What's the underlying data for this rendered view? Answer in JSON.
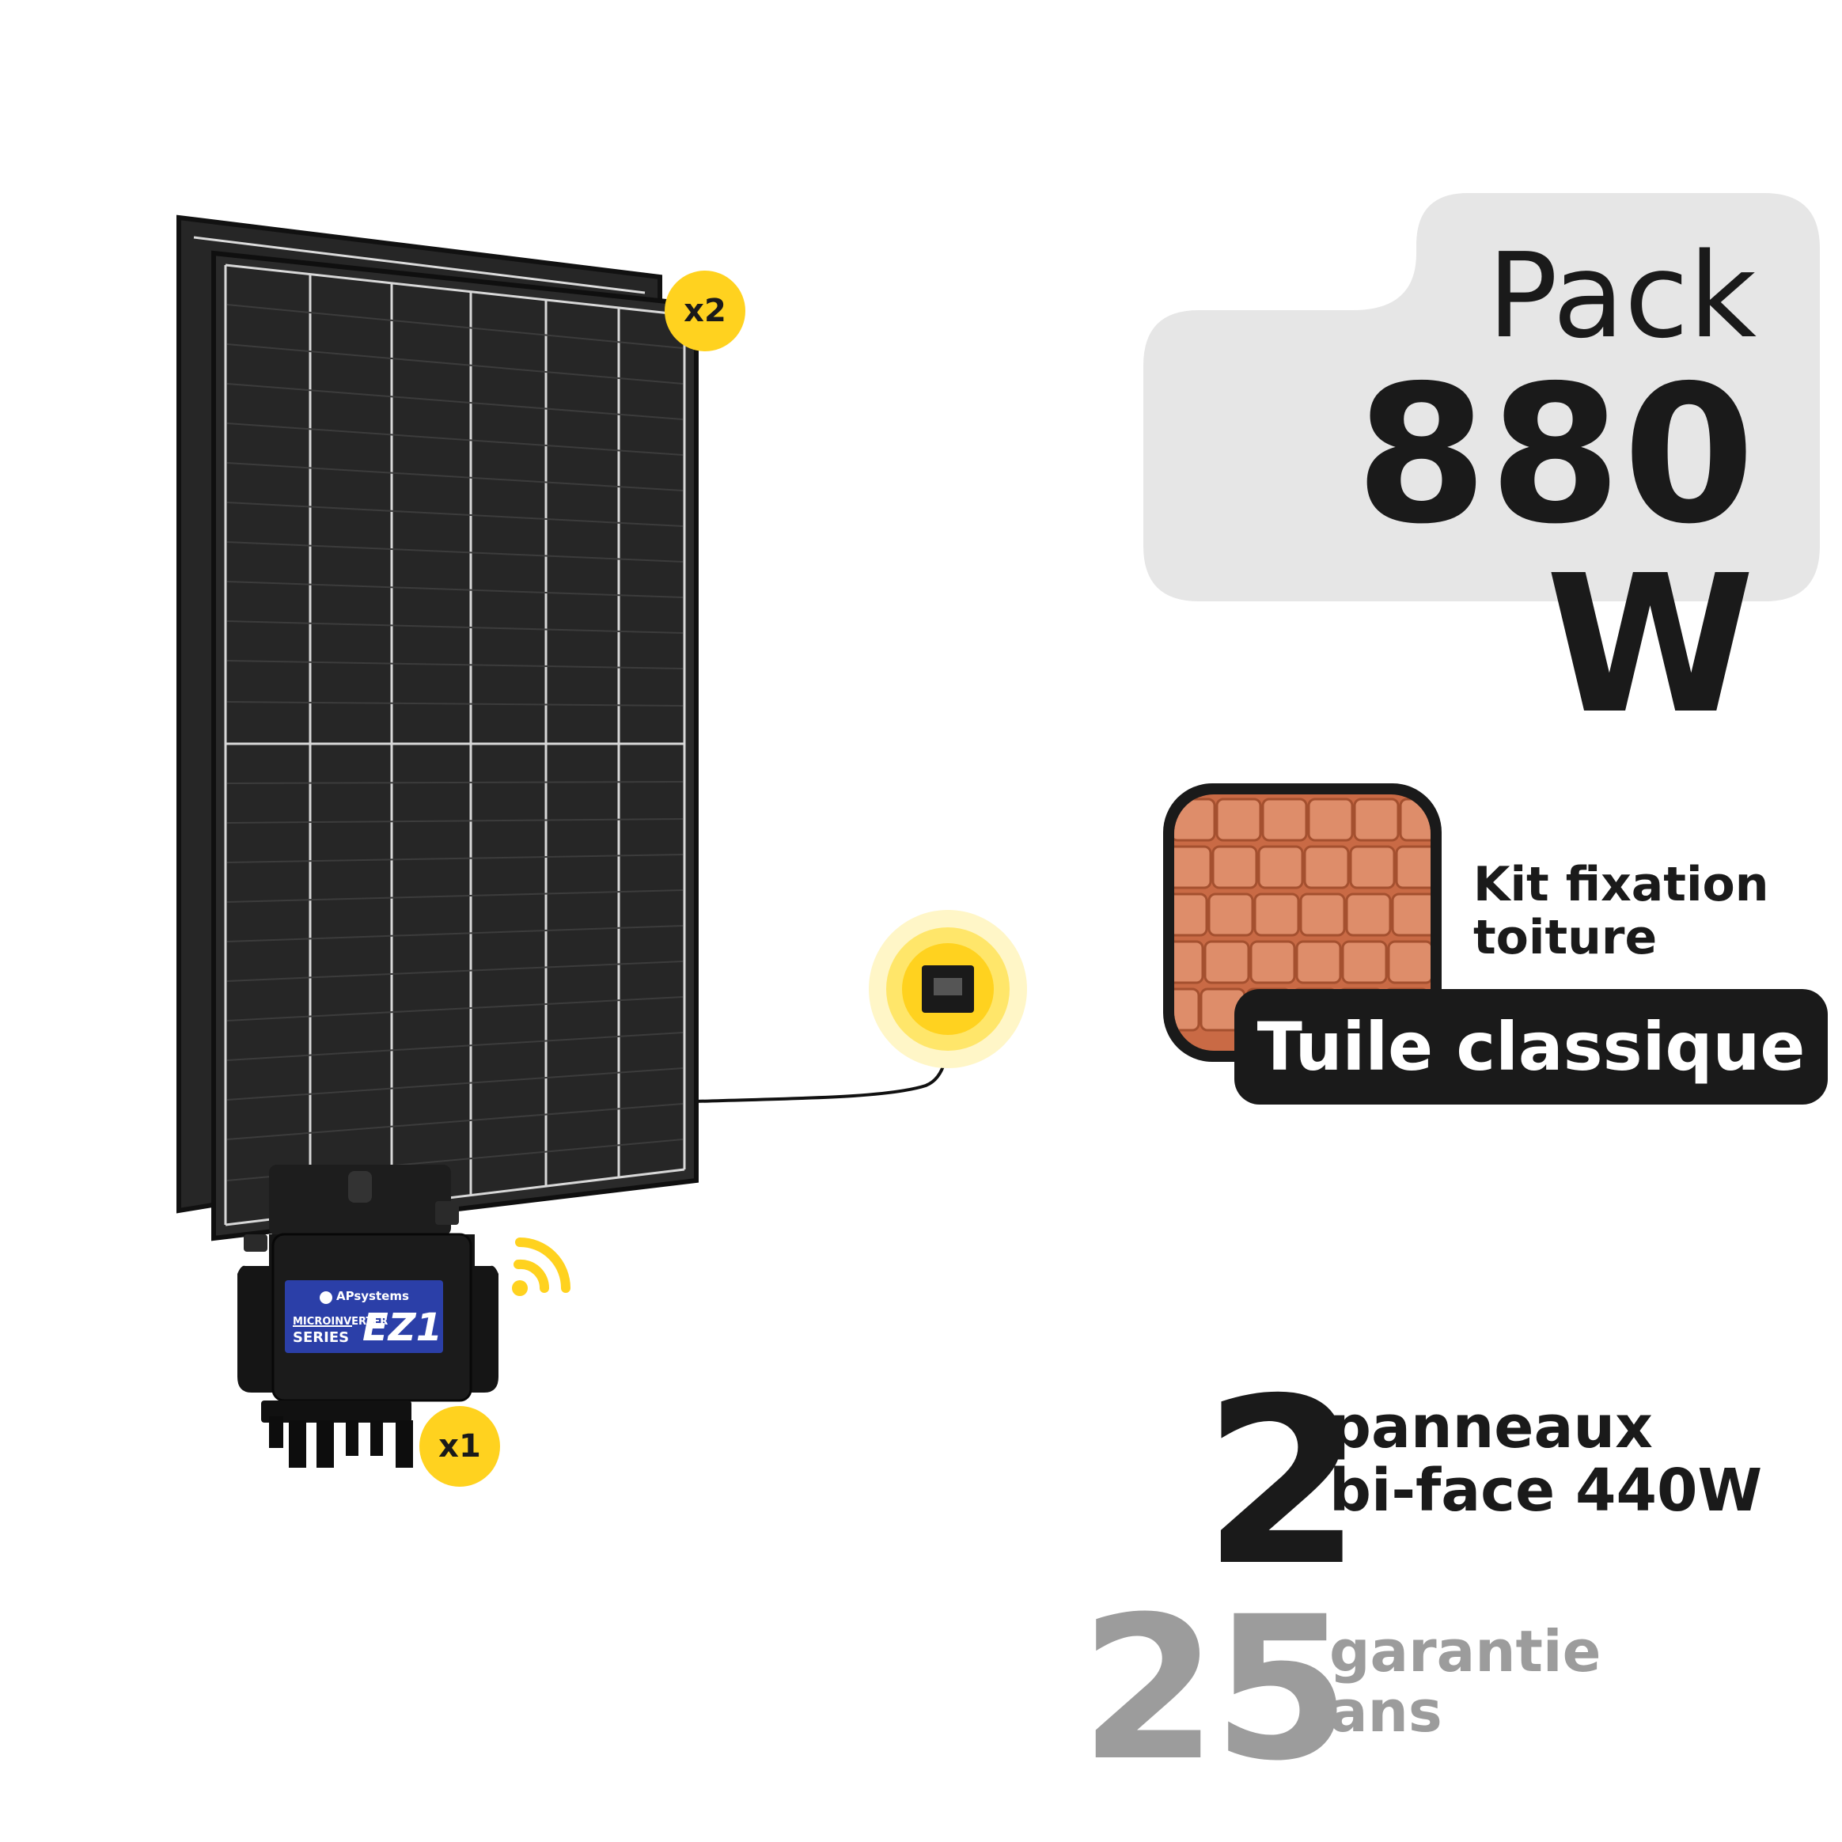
{
  "pack": {
    "label": "Pack",
    "power": "880 W"
  },
  "roof": {
    "kit_line1": "Kit fixation",
    "kit_line2": "toiture",
    "tile_type": "Tuile classique"
  },
  "panels": {
    "count": "2",
    "line1": "panneaux",
    "line2": "bi-face 440W",
    "badge": "x2"
  },
  "inverter": {
    "badge": "x1",
    "brand": "APsystems",
    "series_line1": "MICROINVERTER",
    "series_line2": "SERIES",
    "model": "EZ1"
  },
  "warranty": {
    "years": "25",
    "line1": "garantie",
    "line2": "ans"
  },
  "colors": {
    "accent": "#ffd21f",
    "dark": "#1a1a1a",
    "card_bg": "#e6e6e6",
    "muted": "#9c9c9c",
    "inverter_label": "#2b3fa8",
    "tile": "#d9825e"
  }
}
